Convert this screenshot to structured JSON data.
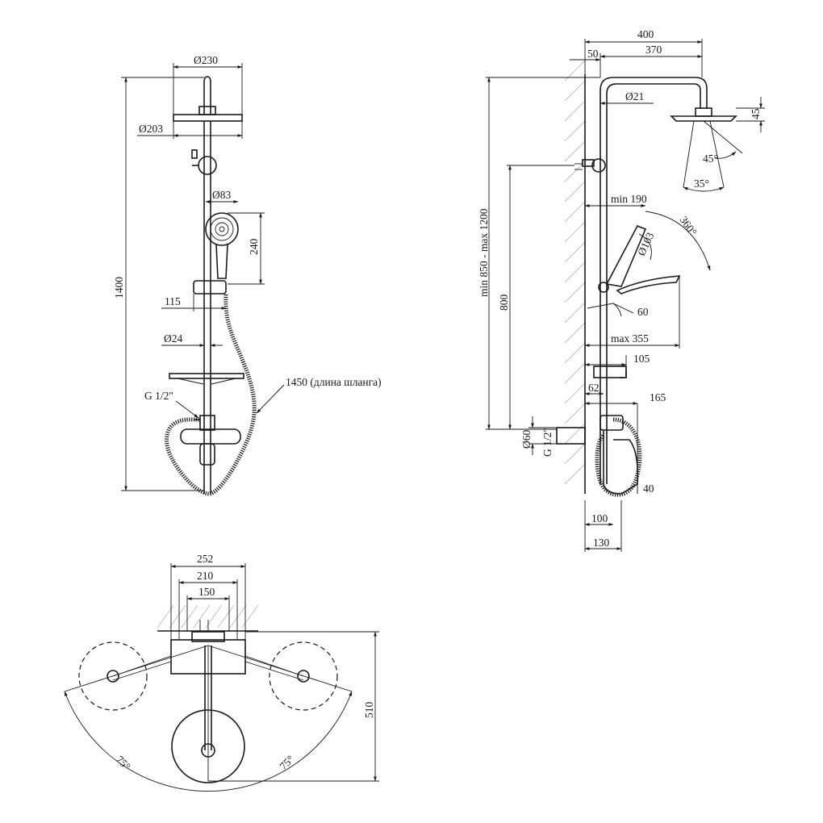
{
  "front_view": {
    "head_diameter": "Ø230",
    "plate_diameter": "Ø203",
    "hand_shower_diameter": "Ø83",
    "hand_shower_height": "240",
    "total_height": "1400",
    "slider_offset": "115",
    "pipe_diameter": "Ø24",
    "inlet_thread": "G 1/2\"",
    "hose_length": "1450 (длина шланга)"
  },
  "side_view": {
    "total_reach": "400",
    "wall_offset": "50",
    "arm_reach": "370",
    "pipe_diameter": "Ø21",
    "head_thickness": "45",
    "tilt_angle": "45°",
    "spray_angle": "35°",
    "height_range": "min 850 - max 1200",
    "mount_height": "800",
    "holder_min": "min 190",
    "rotation": "360°",
    "hand_shower_diameter": "Ø103",
    "holder_angle": "60",
    "holder_max": "max 355",
    "shelf_depth": "105",
    "mixer_center": "62",
    "mixer_depth": "165",
    "flange_diameter": "Ø60",
    "inlet_thread": "G 1/2\"",
    "spout_height": "40",
    "spout_reach": "100",
    "body_depth": "130"
  },
  "top_view": {
    "width_outer": "252",
    "width_mid": "210",
    "width_inner": "150",
    "depth": "510",
    "angle_left": "75°",
    "angle_right": "75°"
  }
}
